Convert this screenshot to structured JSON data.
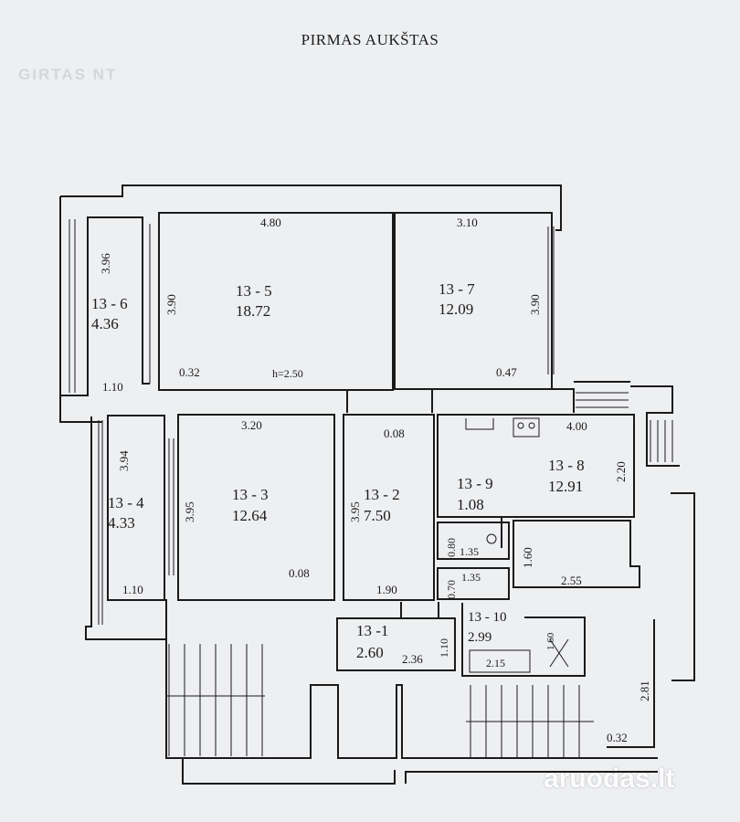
{
  "title": "PIRMAS AUKŠTAS",
  "watermarks": {
    "left": "GIRTAS NT",
    "right": "aruodas.lt"
  },
  "rooms": {
    "r136": {
      "id": "13 - 6",
      "area": "4.36"
    },
    "r135": {
      "id": "13 - 5",
      "area": "18.72"
    },
    "r137": {
      "id": "13 - 7",
      "area": "12.09"
    },
    "r134": {
      "id": "13 - 4",
      "area": "4.33"
    },
    "r133": {
      "id": "13 - 3",
      "area": "12.64"
    },
    "r132": {
      "id": "13 - 2",
      "area": "7.50"
    },
    "r139": {
      "id": "13 - 9",
      "area": "1.08"
    },
    "r138": {
      "id": "13 - 8",
      "area": "12.91"
    },
    "r1310": {
      "id": "13 - 10",
      "area": "2.99"
    },
    "r131": {
      "id": "13 -1",
      "area": "2.60"
    }
  },
  "dims": {
    "d480": "4.80",
    "d310": "3.10",
    "d396": "3.96",
    "d390a": "3.90",
    "d390b": "3.90",
    "d110a": "1.10",
    "d032a": "0.32",
    "h": "h=2.50",
    "d047": "0.47",
    "d320": "3.20",
    "d008a": "0.08",
    "d400": "4.00",
    "d220": "2.20",
    "d394": "3.94",
    "d395a": "3.95",
    "d395b": "3.95",
    "d110b": "1.10",
    "d008b": "0.08",
    "d190": "1.90",
    "d080": "0.80",
    "d135a": "1.35",
    "d160a": "1.60",
    "d255": "2.55",
    "d070": "0.70",
    "d135b": "1.35",
    "d110c": "1.10",
    "d236": "2.36",
    "d215": "2.15",
    "d160b": "1.60",
    "d281": "2.81",
    "d032b": "0.32"
  }
}
